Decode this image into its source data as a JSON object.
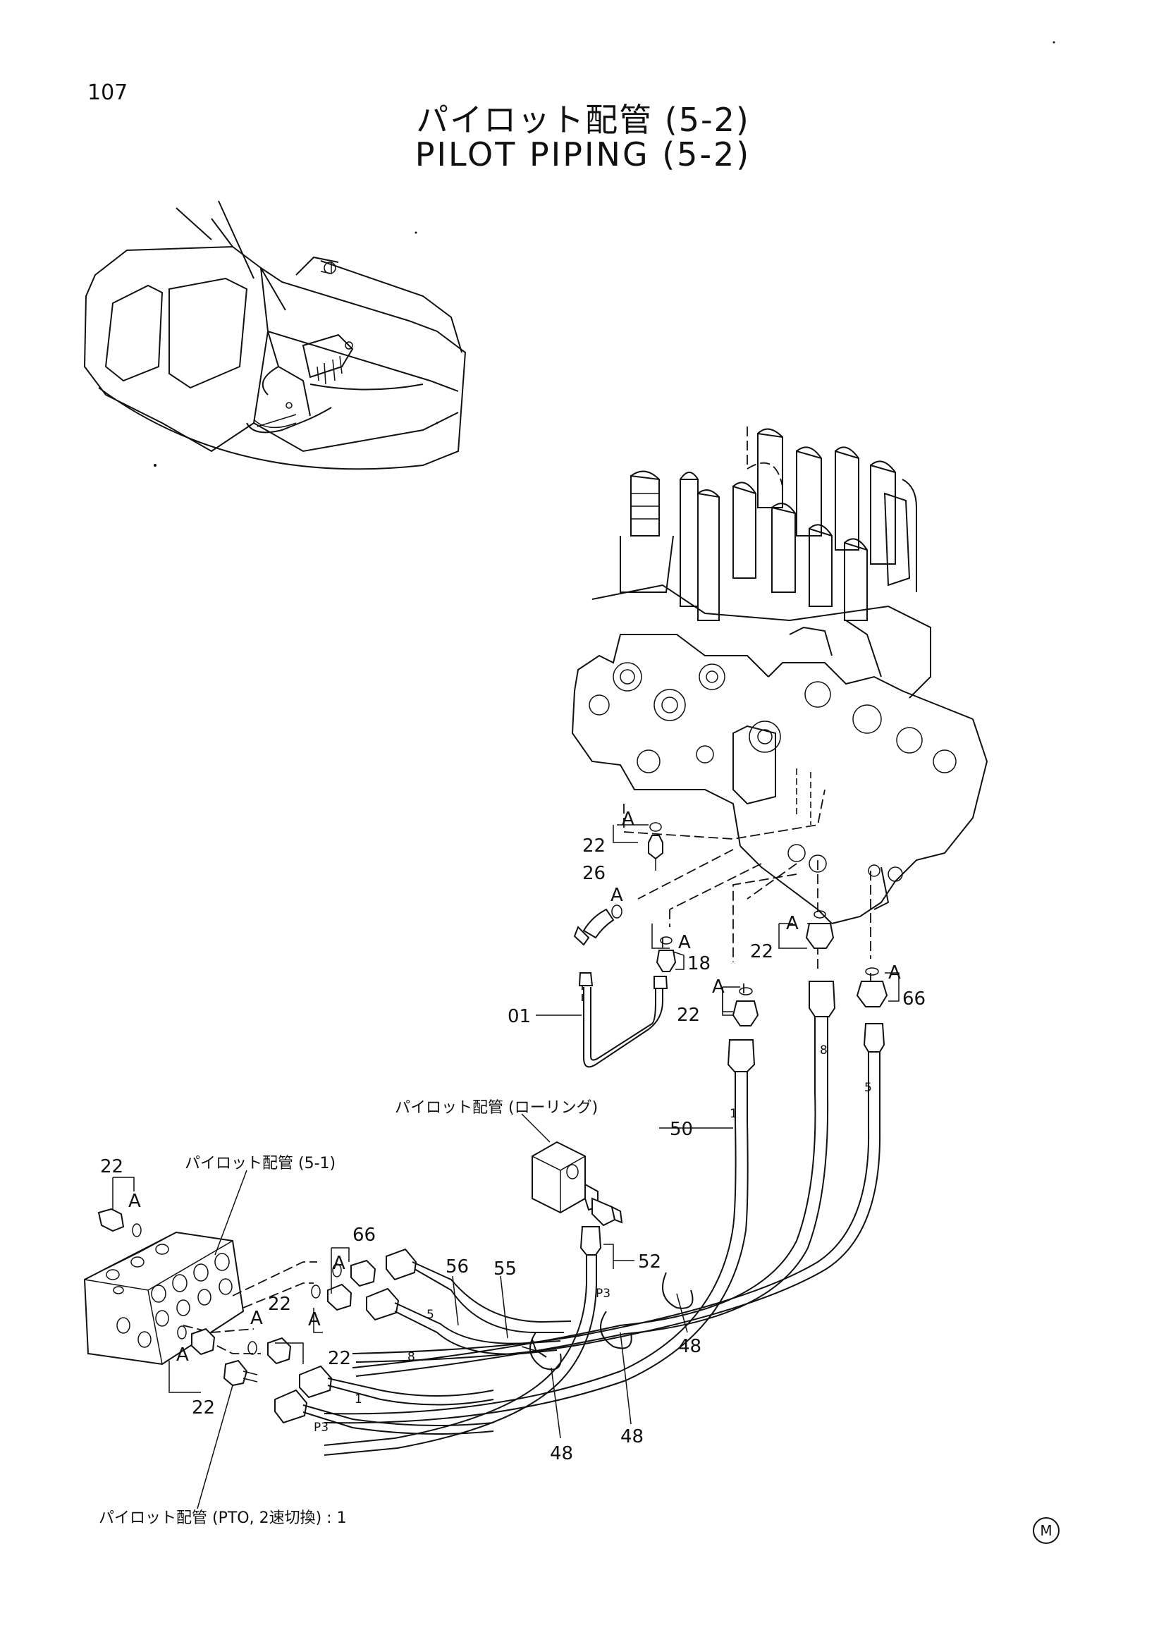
{
  "header": {
    "page_number": "107",
    "title_jp": "パイロット配管 (5-2)",
    "title_en": "PILOT PIPING (5-2)"
  },
  "footer": {
    "mark": "M"
  },
  "callouts": {
    "ref_a": "A",
    "p22_top": "22",
    "p26": "26",
    "p18": "18",
    "p22_mid1": "22",
    "p22_mid2": "22",
    "p66_right": "66",
    "p01": "01",
    "p50": "50",
    "p52": "52",
    "p56": "56",
    "p55": "55",
    "p48_a": "48",
    "p48_b": "48",
    "p48_c": "48",
    "p66_left": "66",
    "p22_left_top": "22",
    "p22_left_mid": "22",
    "p22_left_low": "22",
    "p22_left_bot": "22"
  },
  "hose_marks": {
    "h8_right": "8",
    "h5_right": "5",
    "h1_right": "1",
    "p3_mid": "P3",
    "h5_left": "5",
    "h8_left": "8",
    "h1_left": "1",
    "p3_left": "P3"
  },
  "notes": {
    "rolling": "パイロット配管 (ローリング)",
    "ref_5_1": "パイロット配管 (5-1)",
    "pto": "パイロット配管 (PTO, 2速切換) : 1"
  }
}
